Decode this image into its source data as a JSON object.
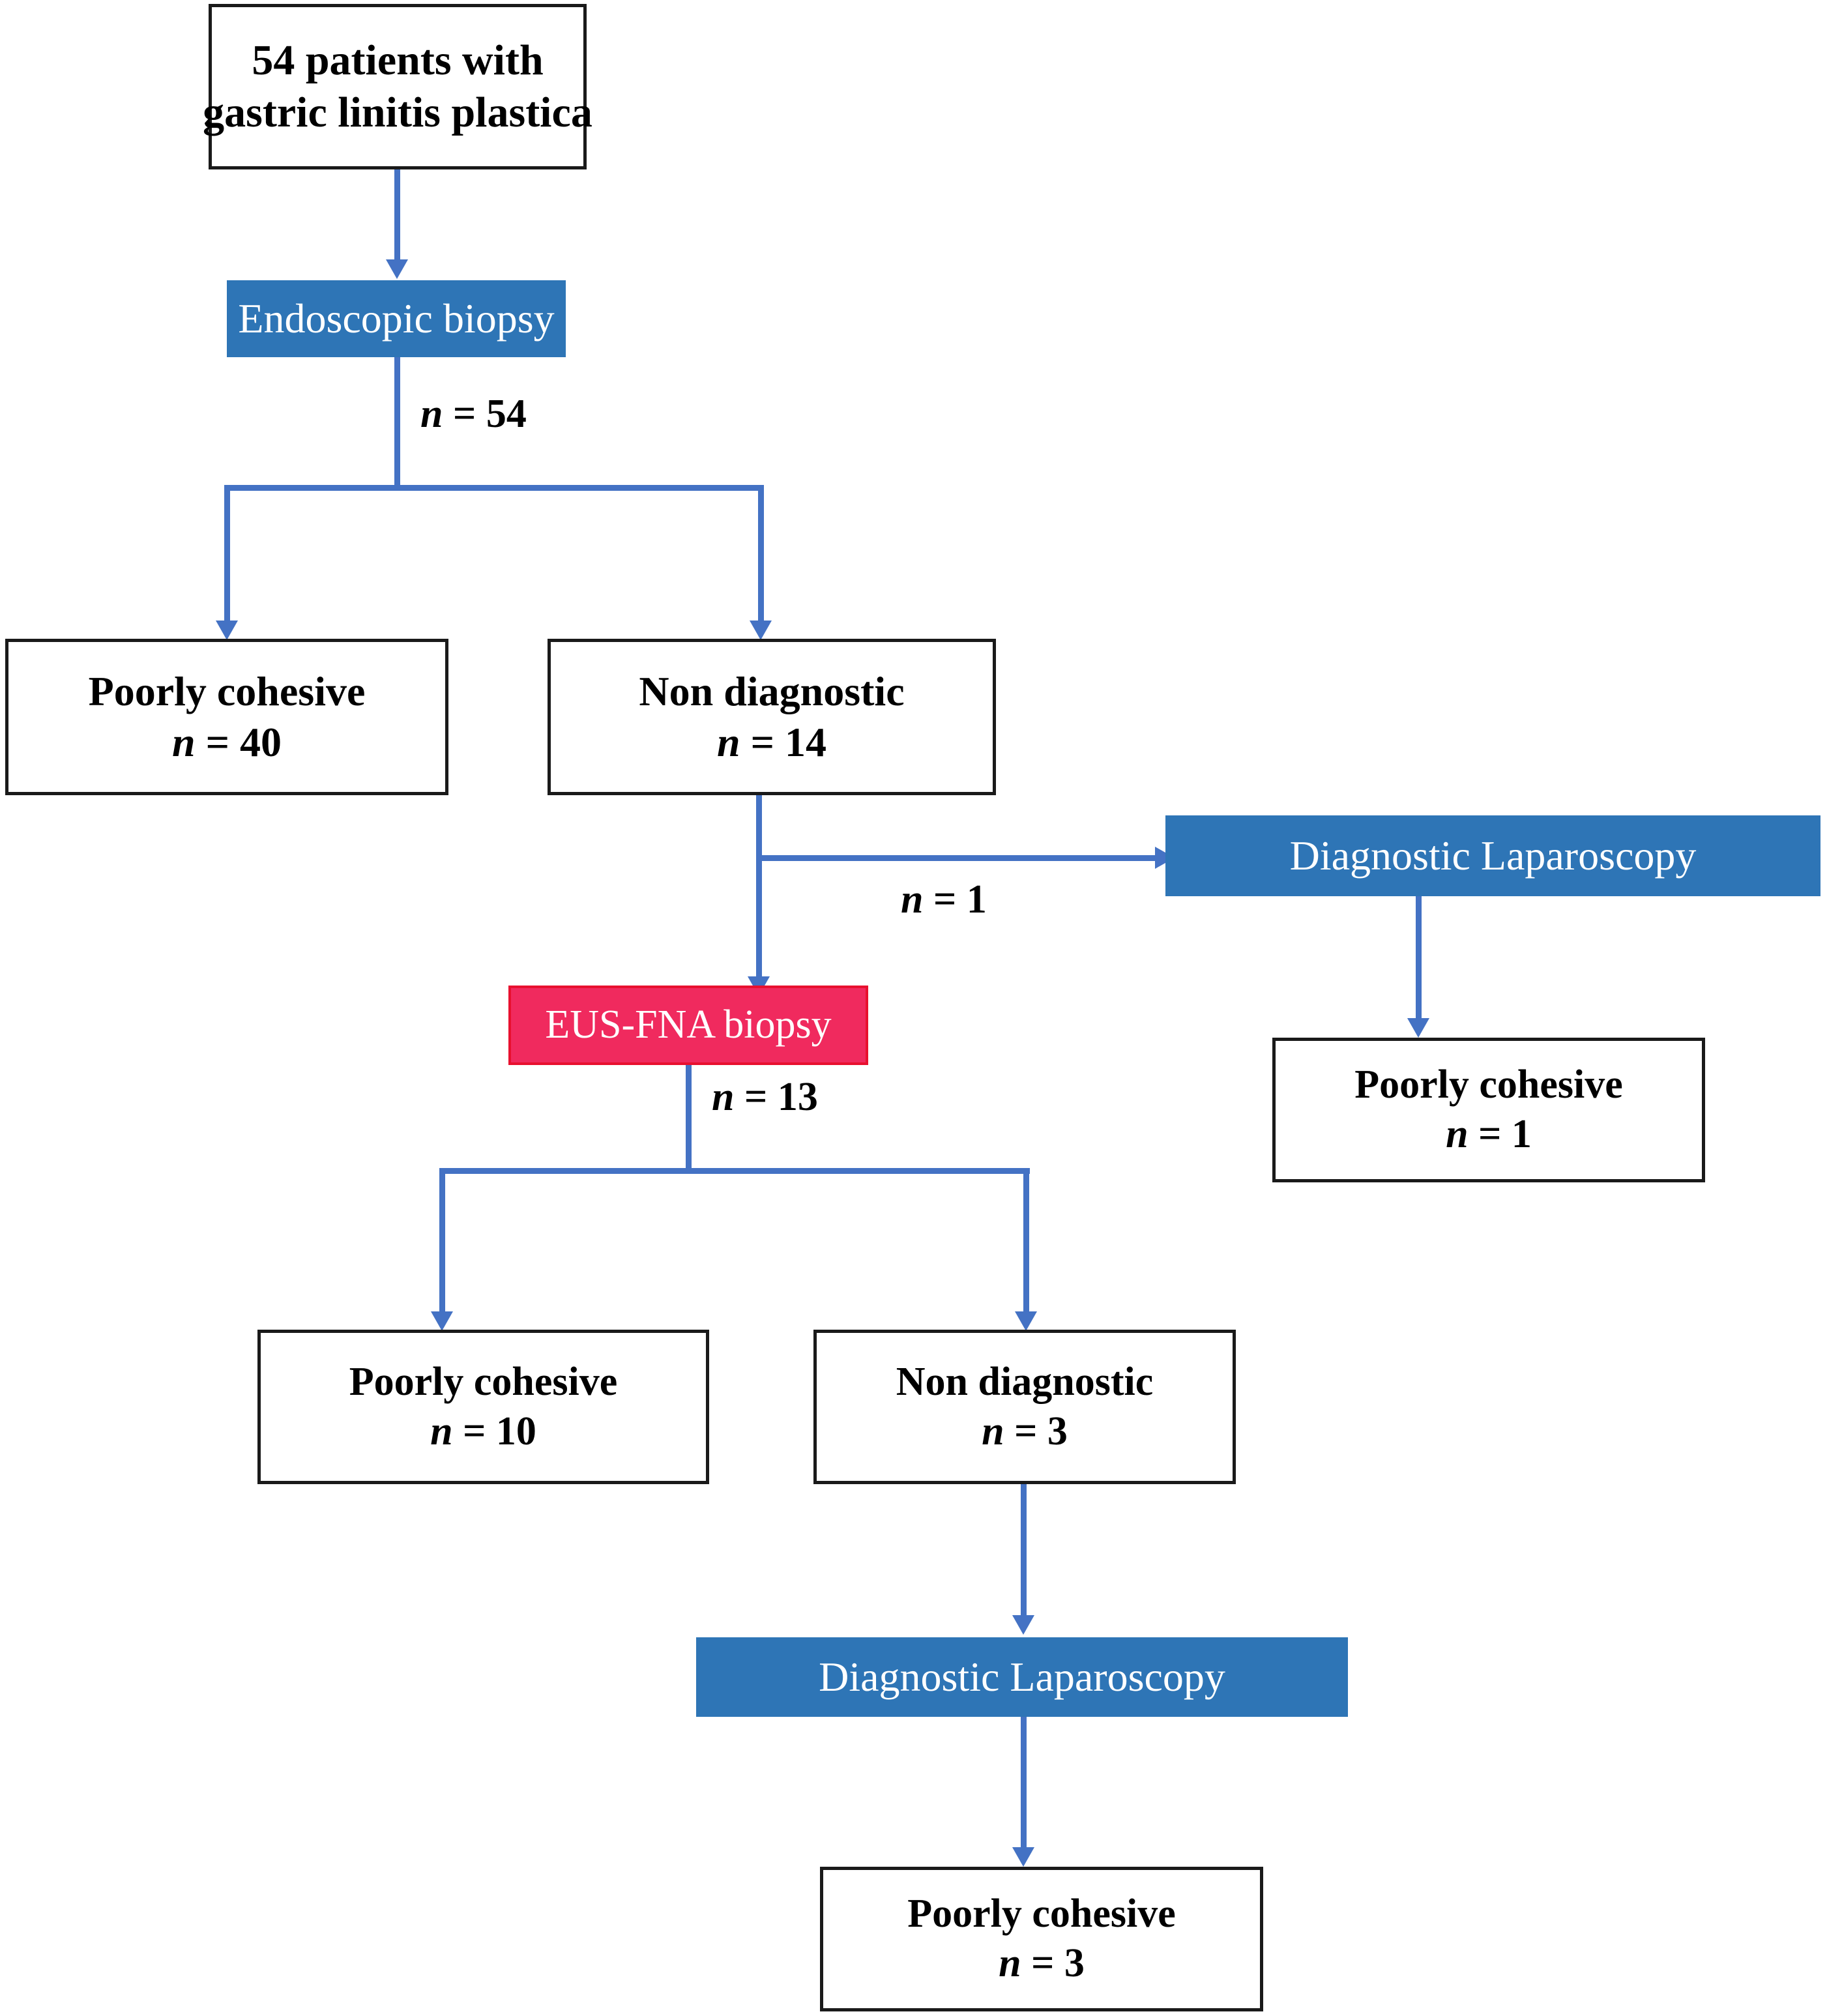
{
  "diagram": {
    "type": "flowchart",
    "title": "Diagnostic pathway for gastric linitis plastica",
    "colors": {
      "process_blue": "#2E75B6",
      "highlight_red": "#F02A5E",
      "connector_blue": "#4472C4",
      "box_border": "#1A1A1A",
      "box_fill": "#FFFFFF",
      "text_dark": "#000000",
      "text_light": "#FFFFFF"
    },
    "nodes": {
      "root": {
        "line1": "54 patients with",
        "line2": "gastric linitis plastica",
        "style": "white"
      },
      "endoscopic_biopsy": {
        "line1": "Endoscopic biopsy",
        "line2": "",
        "style": "blue"
      },
      "poorly_cohesive_40": {
        "line1": "Poorly cohesive",
        "n_label": "n",
        "n_value": "=  40",
        "style": "white"
      },
      "non_diagnostic_14": {
        "line1": "Non diagnostic",
        "n_label": "n",
        "n_value": "=  14",
        "style": "white"
      },
      "diagnostic_laparoscopy_right": {
        "line1": "Diagnostic Laparoscopy",
        "line2": "",
        "style": "blue"
      },
      "poorly_cohesive_1": {
        "line1": "Poorly cohesive",
        "n_label": "n",
        "n_value": "= 1",
        "style": "white"
      },
      "eus_fna_biopsy": {
        "line1": "EUS-FNA biopsy",
        "line2": "",
        "style": "red"
      },
      "poorly_cohesive_10": {
        "line1": "Poorly cohesive",
        "n_label": "n",
        "n_value": "= 10",
        "style": "white"
      },
      "non_diagnostic_3": {
        "line1": "Non diagnostic",
        "n_label": "n",
        "n_value": "=  3",
        "style": "white"
      },
      "diagnostic_laparoscopy_bottom": {
        "line1": "Diagnostic Laparoscopy",
        "line2": "",
        "style": "blue"
      },
      "poorly_cohesive_3": {
        "line1": "Poorly cohesive",
        "n_label": "n",
        "n_value": "= 3",
        "style": "white"
      }
    },
    "edge_labels": {
      "n54": {
        "n_label": "n",
        "n_value": "= 54"
      },
      "n1": {
        "n_label": "n",
        "n_value": "= 1"
      },
      "n13": {
        "n_label": "n",
        "n_value": "= 13"
      }
    }
  }
}
